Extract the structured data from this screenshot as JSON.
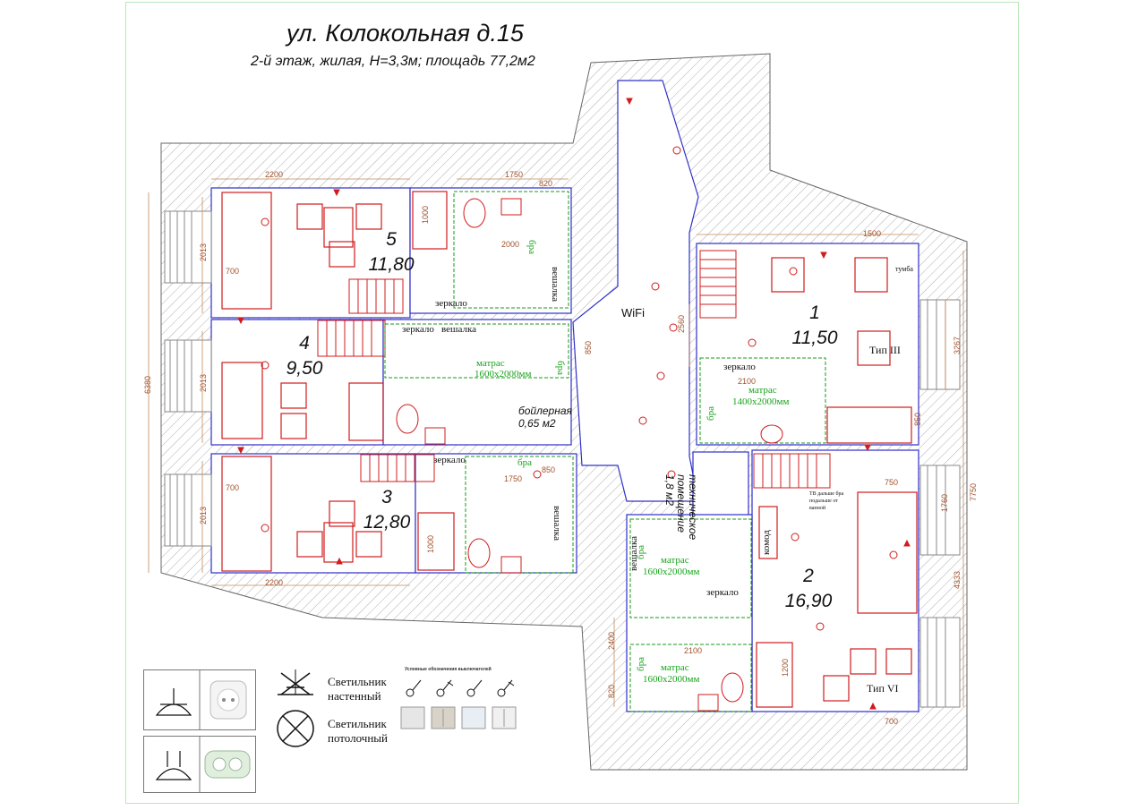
{
  "header": {
    "title": "ул. Колокольная д.15",
    "subtitle": "2-й этаж, жилая, Н=3,3м; площадь 77,2м2"
  },
  "rooms": [
    {
      "number": "5",
      "area": "11,80"
    },
    {
      "number": "4",
      "area": "9,50"
    },
    {
      "number": "3",
      "area": "12,80"
    },
    {
      "number": "1",
      "area": "11,50"
    },
    {
      "number": "2",
      "area": "16,90"
    }
  ],
  "labels": {
    "wifi": "WiFi",
    "boiler_name": "бойлерная",
    "boiler_area": "0,65 м2",
    "tech_line1": "техническое",
    "tech_line2": "помещение",
    "tech_area": "1,8 м2",
    "mirror": "зеркало",
    "hanger": "вешалка",
    "bra": "бра",
    "mattress": "матрас",
    "mattress_1600": "1600x2000мм",
    "mattress_1400": "1400x2000мм",
    "komod": "комод",
    "type3": "Тип III",
    "type6": "Тип VI",
    "tv_note": "ТВ дальше бра подальше от ванной",
    "tumba": "тумба"
  },
  "dimensions": {
    "d2200": "2200",
    "d1750": "1750",
    "d820": "820",
    "d2000": "2000",
    "d2013": "2013",
    "d700": "700",
    "d6380": "6380",
    "d850": "850",
    "d1500": "1500",
    "d2560": "2560",
    "d3267": "3267",
    "d750": "750",
    "d1760": "1760",
    "d7750": "7750",
    "d4333": "4333",
    "d2400": "2400",
    "d2100": "2100",
    "d1000": "1000",
    "d1200": "1200",
    "d850b": "850"
  },
  "legend": {
    "wall_light_1": "Светильник",
    "wall_light_2": "настенный",
    "ceiling_light_1": "Светильник",
    "ceiling_light_2": "потолочный",
    "switches_title": "Условные обозначения выключателей"
  },
  "colors": {
    "wall": "#555555",
    "furniture": "#d01c1c",
    "plumbing": "#1a9a1a",
    "dimension": "#b5651d",
    "outline": "#2a2ad0"
  }
}
